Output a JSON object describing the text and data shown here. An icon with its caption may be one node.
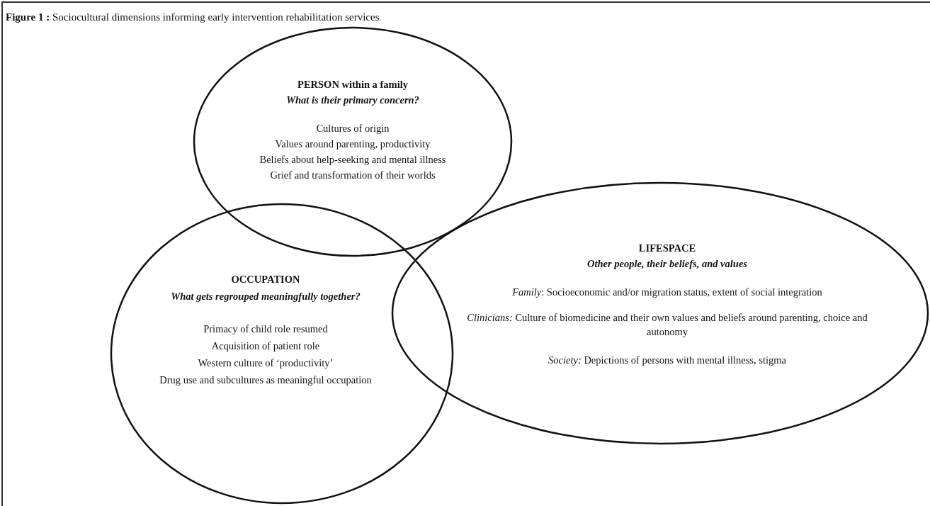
{
  "diagram": {
    "title": "**Figure 1 :** Sociocultural dimensions informing early intervention rehabilitation services",
    "nodes": [
      {
        "text": [
          "PERSON within a family",
          "What is their primary concern?",
          "Cultures of origin",
          "Values around parenting, productivity",
          "Beliefs about help-seeking and mental illness",
          "Grief and transformation of their worlds"
        ]
      },
      {
        "text": [
          "OCCUPATION",
          "What gets regrouped meaningfully together?",
          "Primacy of child role resumed",
          "Acquisition of patient role",
          "Western culture of ‘productivity’",
          "Drug use and subcultures as meaningful occupation"
        ]
      },
      {
        "text": [
          "LIFESPACE",
          "Other people, their beliefs, and values",
          "*Family*: Socioeconomic and/or migration status, extent of social integration",
          "*Clinicians:* Culture of biomedicine and their own values and beliefs around parenting, choice and autonomy",
          "*Society:* Depictions of persons with mental illness, stigma"
        ]
      }
    ]
  }
}
